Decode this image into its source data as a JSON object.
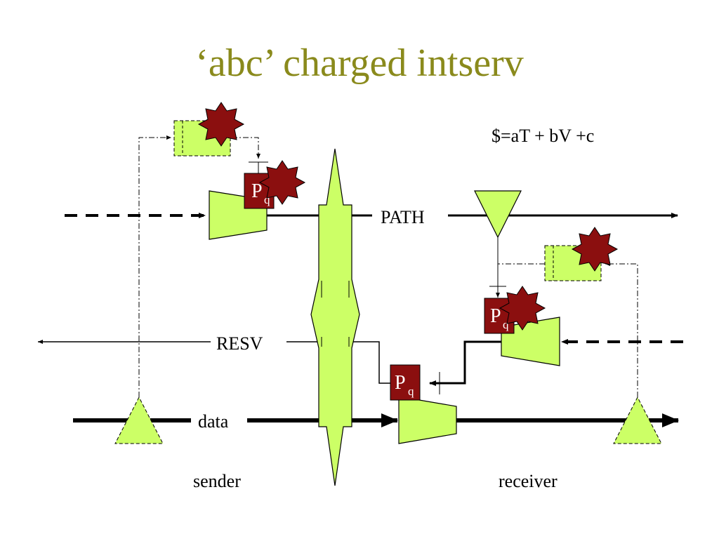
{
  "title": "‘abc’ charged intserv",
  "formula": "$=aT + bV +c",
  "labels": {
    "path": "PATH",
    "resv": "RESV",
    "data": "data",
    "sender": "sender",
    "receiver": "receiver"
  },
  "policy_box": {
    "letter": "P",
    "subscript": "q"
  },
  "colors": {
    "title": "#8a8a1c",
    "shape_fill": "#ccff66",
    "policy_fill": "#8b0f0f",
    "star_fill": "#8b0f0f"
  },
  "icons": [
    "star-icon",
    "policy-box",
    "triangle-node",
    "funnel-shape"
  ]
}
